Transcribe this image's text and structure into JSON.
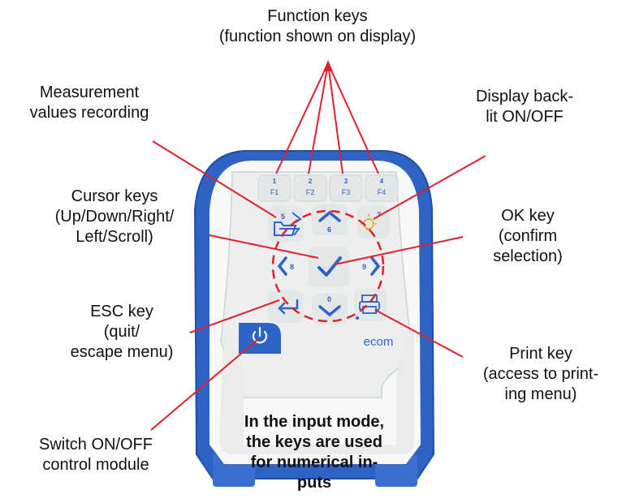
{
  "labels": {
    "function_keys": [
      "Function keys",
      "(function shown on display)"
    ],
    "measurement": [
      "Measurement",
      "values recording"
    ],
    "backlight": [
      "Display back-",
      "lit ON/OFF"
    ],
    "cursor": [
      "Cursor keys",
      "(Up/Down/Right/",
      "Left/Scroll)"
    ],
    "ok": [
      "OK key",
      "(confirm",
      "selection)"
    ],
    "esc": [
      "ESC key",
      "(quit/",
      "escape menu)"
    ],
    "print": [
      "Print key",
      "(access to print-",
      "ing menu)"
    ],
    "switch": [
      "Switch ON/OFF",
      "control module"
    ],
    "input_mode": [
      "In the input mode,",
      "the keys are used",
      "for numerical in-",
      "puts"
    ]
  },
  "keys": {
    "f_numbers": [
      "1",
      "2",
      "3",
      "4"
    ],
    "f_labels": [
      "F1",
      "F2",
      "F3",
      "F4"
    ],
    "recording_number": "5",
    "up_number": "6",
    "backlight_number": "7",
    "left_number": "8",
    "right_number": "9",
    "down_number": "0",
    "brand": "ecom"
  },
  "colors": {
    "device_blue": "#2f62c5",
    "panel_bg": "#eef0f1",
    "key_blue": "#2e63c8",
    "pointer_red": "#e0202a"
  }
}
